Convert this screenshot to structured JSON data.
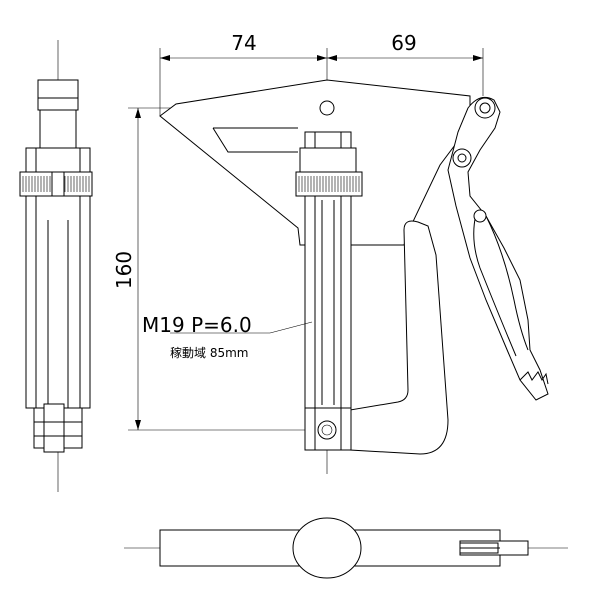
{
  "drawing": {
    "dimensions": {
      "width_left": "74",
      "width_right": "69",
      "height": "160"
    },
    "callout": {
      "thread": "M19 P=6.0",
      "stroke_note": "稼動域 85mm"
    },
    "colors": {
      "line": "#000000",
      "background": "#ffffff"
    }
  }
}
